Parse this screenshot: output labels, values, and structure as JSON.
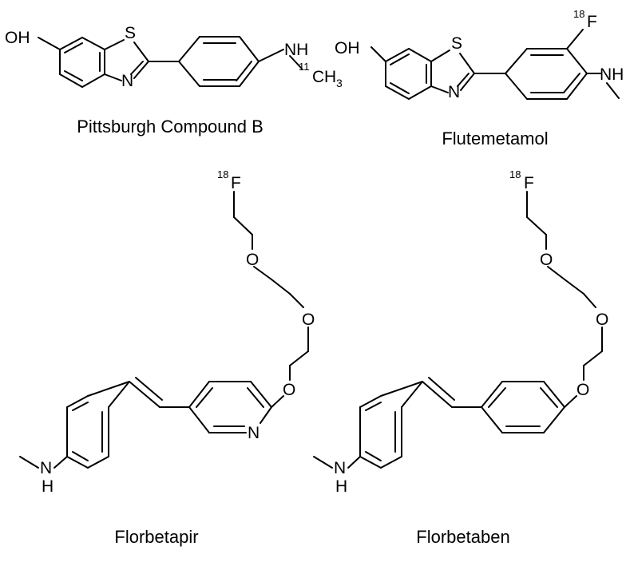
{
  "compounds": [
    {
      "name": "Pittsburgh Compound B",
      "isotope": "11",
      "atoms": {
        "oh": "OH",
        "s": "S",
        "n": "N",
        "nh": "NH",
        "c": "C",
        "h": "H",
        "sub3": "3"
      }
    },
    {
      "name": "Flutemetamol",
      "isotope": "18",
      "atoms": {
        "oh": "OH",
        "s": "S",
        "n": "N",
        "nh": "NH",
        "f": "F"
      }
    },
    {
      "name": "Florbetapir",
      "isotope": "18",
      "atoms": {
        "f": "F",
        "o1": "O",
        "o2": "O",
        "o3": "O",
        "n": "N",
        "nh_n": "N",
        "nh_h": "H"
      }
    },
    {
      "name": "Florbetaben",
      "isotope": "18",
      "atoms": {
        "f": "F",
        "o1": "O",
        "o2": "O",
        "o3": "O",
        "nh_n": "N",
        "nh_h": "H"
      }
    }
  ]
}
